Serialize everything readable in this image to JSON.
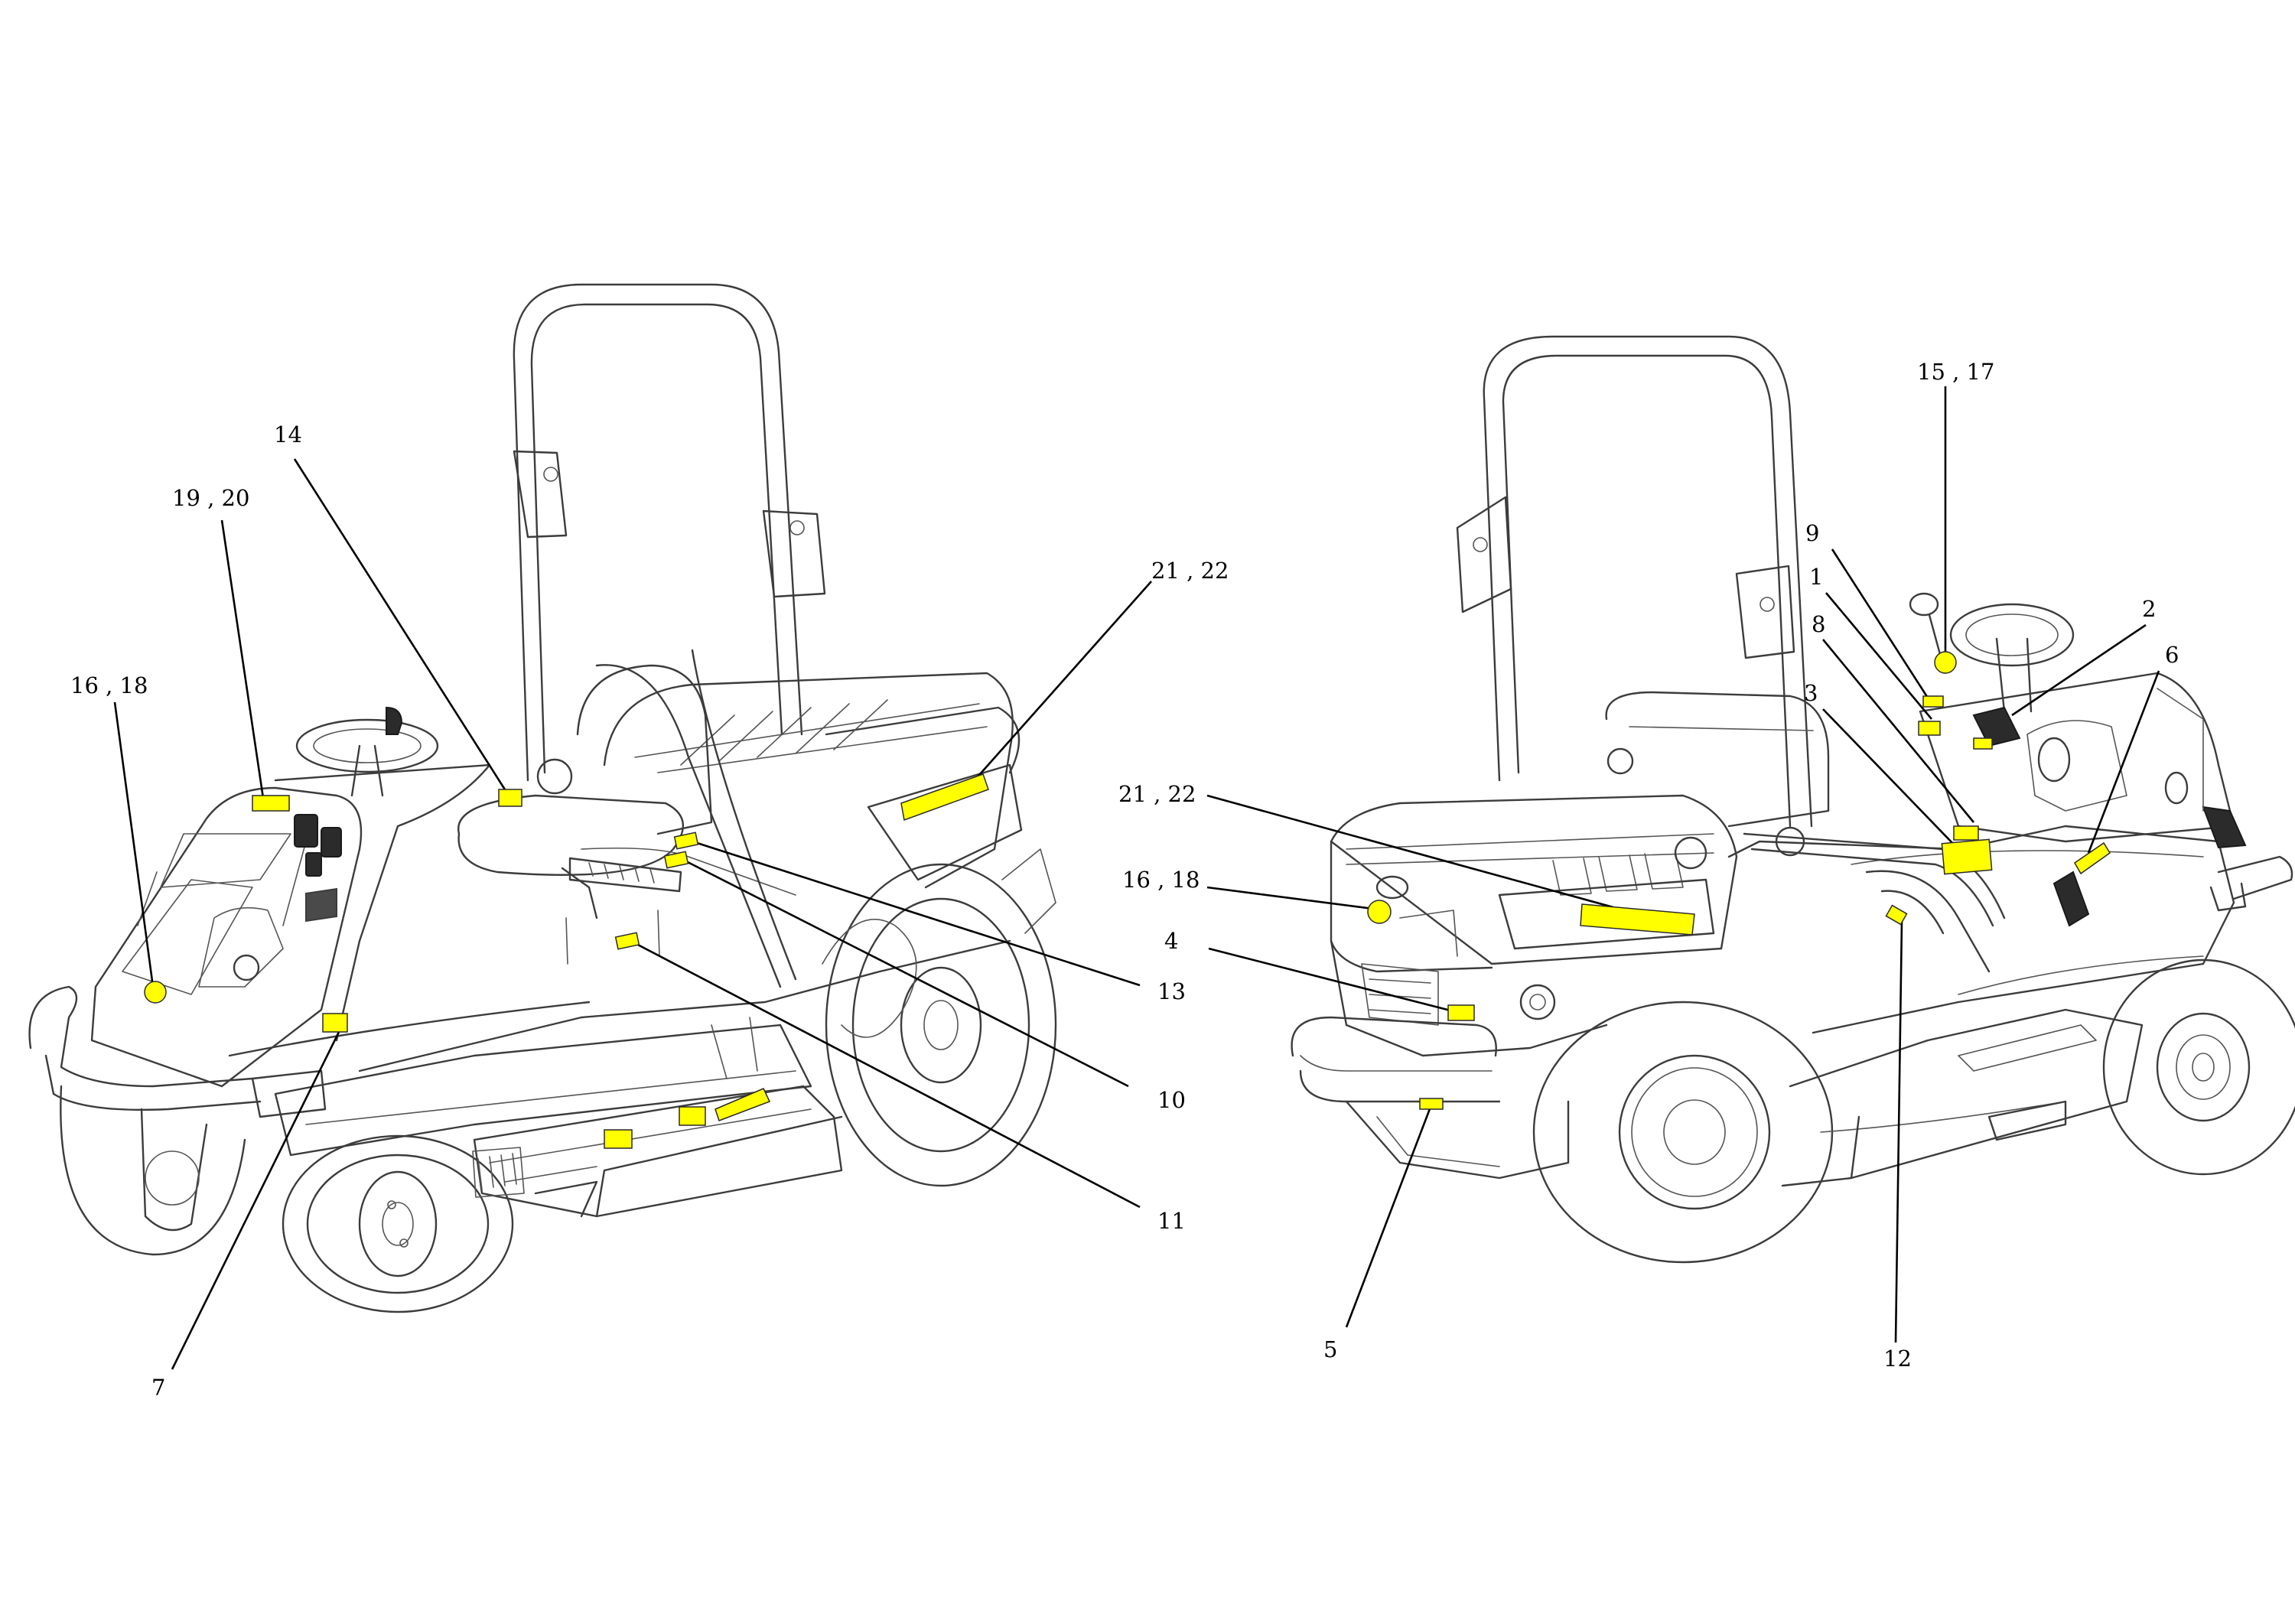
{
  "colors": {
    "decal": "#ffff00",
    "line": "#3c3c3c",
    "leader": "#000000"
  },
  "views": {
    "left": {
      "callouts": [
        {
          "label": "14"
        },
        {
          "label": "19 , 20"
        },
        {
          "label": "16 , 18"
        },
        {
          "label": "21 , 22"
        },
        {
          "label": "13"
        },
        {
          "label": "10"
        },
        {
          "label": "11"
        },
        {
          "label": "7"
        }
      ]
    },
    "right": {
      "callouts": [
        {
          "label": "15 , 17"
        },
        {
          "label": "9"
        },
        {
          "label": "1"
        },
        {
          "label": "8"
        },
        {
          "label": "3"
        },
        {
          "label": "2"
        },
        {
          "label": "6"
        },
        {
          "label": "21 , 22"
        },
        {
          "label": "16 , 18"
        },
        {
          "label": "4"
        },
        {
          "label": "5"
        },
        {
          "label": "12"
        }
      ]
    }
  }
}
